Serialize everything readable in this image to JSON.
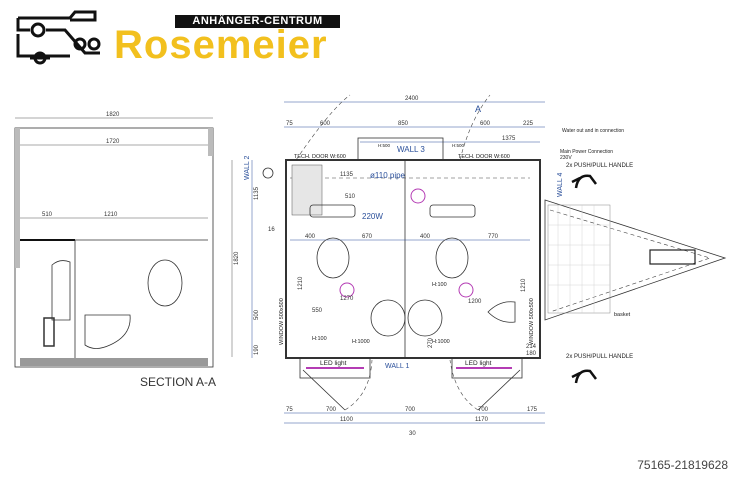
{
  "logo": {
    "tagline": "ANHÄNGER-CENTRUM",
    "brand": "Rosemeier"
  },
  "section": {
    "title": "SECTION A-A",
    "dims": {
      "width_outer": "1820",
      "width_inner": "1720",
      "left": "510",
      "right": "1210",
      "height": "1820"
    }
  },
  "plan": {
    "top_dims": {
      "total": "2400",
      "d1": "75",
      "d2": "600",
      "d3": "850",
      "d4": "600",
      "d5": "225",
      "d6": "1375"
    },
    "left_dims": {
      "total": "1820",
      "upper": "1135",
      "mid": "500",
      "low": "190",
      "small": "16"
    },
    "bottom_dims": {
      "d1": "75",
      "d2": "700",
      "d3": "700",
      "d4": "700",
      "d5": "175",
      "w1": "1100",
      "w2": "1170",
      "gap": "30"
    },
    "labels": {
      "wall3": "WALL 3",
      "wall1": "WALL 1",
      "wall4": "WALL 4",
      "wall2": "WALL 2",
      "tech_door_left": "TECH. DOOR W:600",
      "tech_door_right": "TECH. DOOR W:600",
      "h500_left": "H:500",
      "h500_right": "H:500",
      "pipe": "ø110 pipe",
      "pipe_len": "1135",
      "d510": "510",
      "power": "220W",
      "d400_left": "400",
      "d670": "670",
      "d400_right": "400",
      "d770": "770",
      "d1210_left": "1210",
      "d1270": "1270",
      "d550": "550",
      "d1200": "1200",
      "d1210_right": "1210",
      "d270": "270",
      "h100_left": "H:100",
      "h100_mid": "H:100",
      "h1000_left": "H:1000",
      "h1000_right": "H:1000",
      "window_left": "WINDOW 500x500",
      "window_right": "WINDOW 500x500",
      "led_left": "LED light",
      "led_right": "LED light",
      "water": "Water out and in connection",
      "main_power": "Main Power Connection",
      "voltage": "230V",
      "handle_top": "2x PUSH/PULL HANDLE",
      "handle_bottom": "2x PUSH/PULL HANDLE",
      "basket": "basket",
      "section_marker": "A",
      "d214": "214",
      "d180": "180"
    }
  },
  "watermark": "75165-21819628",
  "colors": {
    "brand_yellow": "#f2c01e",
    "dimension_blue": "#2a4f9a",
    "led_magenta": "#b43cb4"
  }
}
